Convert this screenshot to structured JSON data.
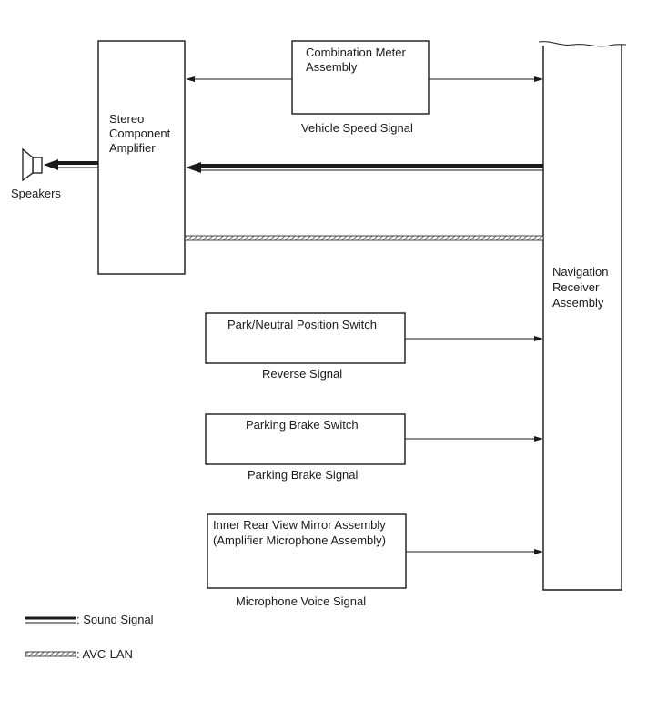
{
  "blocks": {
    "stereo_amplifier": {
      "lines": [
        "Stereo",
        "Component",
        "Amplifier"
      ]
    },
    "combination_meter": {
      "lines": [
        "Combination Meter",
        "Assembly"
      ]
    },
    "navigation_receiver": {
      "lines": [
        "Navigation",
        "Receiver",
        "Assembly"
      ]
    },
    "park_neutral_switch": {
      "lines": [
        "Park/Neutral Position Switch"
      ]
    },
    "parking_brake_switch": {
      "lines": [
        "Parking Brake Switch"
      ]
    },
    "mirror_assembly": {
      "lines": [
        "Inner Rear View Mirror Assembly",
        "(Amplifier Microphone Assembly)"
      ]
    }
  },
  "labels": {
    "speakers": "Speakers",
    "vehicle_speed_signal": "Vehicle Speed Signal",
    "reverse_signal": "Reverse Signal",
    "parking_brake_signal": "Parking Brake Signal",
    "microphone_voice_signal": "Microphone Voice Signal"
  },
  "legend": {
    "sound_signal": ": Sound Signal",
    "avc_lan": ": AVC-LAN"
  }
}
